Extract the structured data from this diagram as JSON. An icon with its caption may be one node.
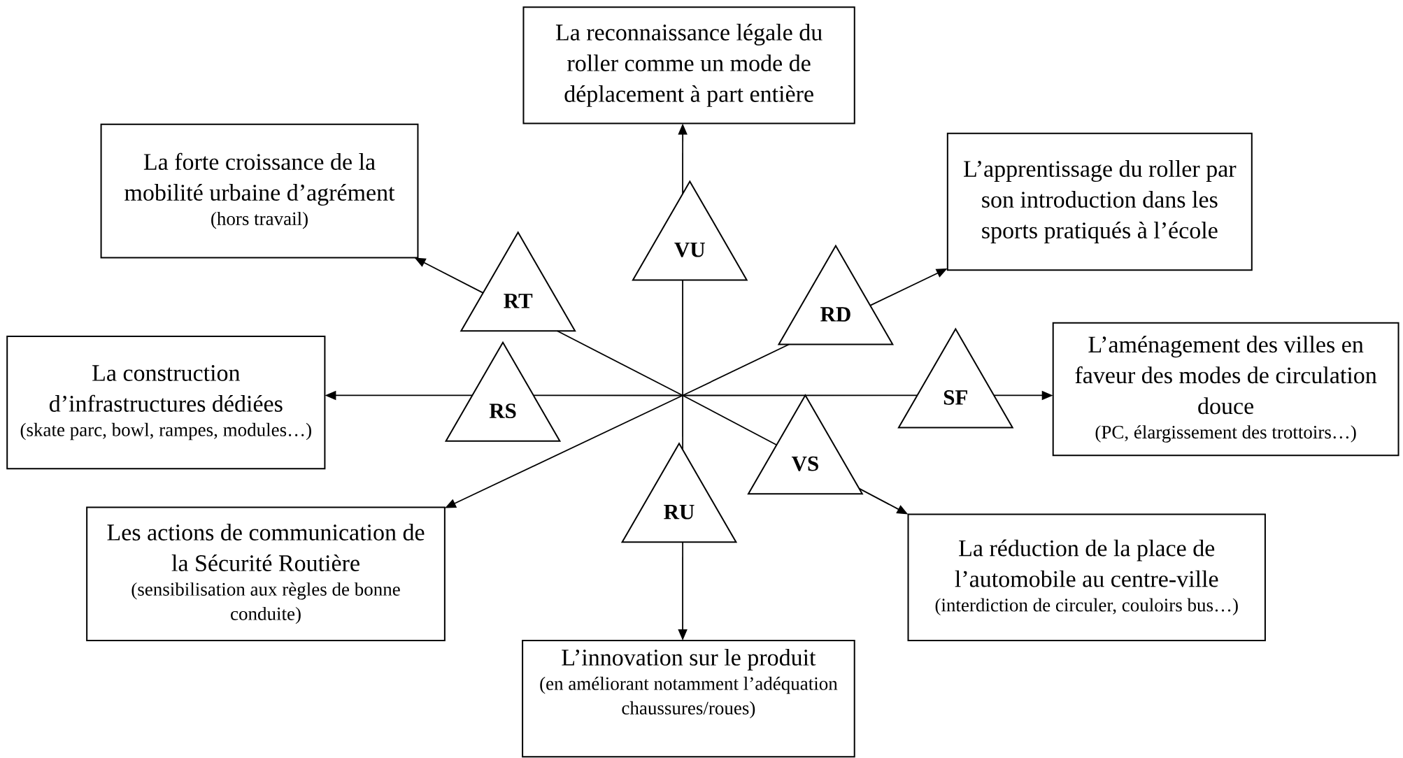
{
  "diagram": {
    "nodes": [
      {
        "text": [
          "La reconnaissance légale du roller comme un mode de déplacement à part entière"
        ]
      },
      {
        "text": [
          "La forte croissance de la mobilité urbaine d’agrément",
          "(hors travail)"
        ]
      },
      {
        "text": [
          "L’apprentissage du roller par son introduction dans les sports pratiqués à l’école"
        ]
      },
      {
        "text": [
          "La construction d’infrastructures dédiées",
          "(skate parc, bowl, rampes, modules…)"
        ]
      },
      {
        "text": [
          "L’aménagement des villes en faveur des modes de circulation douce",
          "(PC, élargissement des trottoirs…)"
        ]
      },
      {
        "text": [
          "Les actions de communication de la Sécurité Routière",
          "(sensibilisation aux règles de bonne conduite)"
        ]
      },
      {
        "text": [
          "La réduction de la place de l’automobile au centre-ville",
          "(interdiction de circuler, couloirs bus…)"
        ]
      },
      {
        "text": [
          "L’innovation sur le produit",
          "(en améliorant notamment l’adéquation chaussures/roues)"
        ]
      },
      {
        "text": [
          "VU"
        ]
      },
      {
        "text": [
          "RT"
        ]
      },
      {
        "text": [
          "RD"
        ]
      },
      {
        "text": [
          "RS"
        ]
      },
      {
        "text": [
          "SF"
        ]
      },
      {
        "text": [
          "VS"
        ]
      },
      {
        "text": [
          "RU"
        ]
      }
    ],
    "edges": [
      {
        "from": null,
        "to": 8,
        "arrow": "none"
      },
      {
        "from": 8,
        "to": 0,
        "arrow": "to"
      },
      {
        "from": null,
        "to": 9,
        "arrow": "none"
      },
      {
        "from": 9,
        "to": 1,
        "arrow": "to"
      },
      {
        "from": null,
        "to": 10,
        "arrow": "none"
      },
      {
        "from": 10,
        "to": 2,
        "arrow": "to"
      },
      {
        "from": null,
        "to": 11,
        "arrow": "none"
      },
      {
        "from": 11,
        "to": 3,
        "arrow": "to"
      },
      {
        "from": null,
        "to": 12,
        "arrow": "none"
      },
      {
        "from": 12,
        "to": 4,
        "arrow": "to"
      },
      {
        "from": null,
        "to": 5,
        "arrow": "to"
      },
      {
        "from": null,
        "to": 13,
        "arrow": "none"
      },
      {
        "from": 13,
        "to": 6,
        "arrow": "to"
      },
      {
        "from": null,
        "to": 14,
        "arrow": "none"
      },
      {
        "from": 14,
        "to": 7,
        "arrow": "to"
      }
    ]
  }
}
